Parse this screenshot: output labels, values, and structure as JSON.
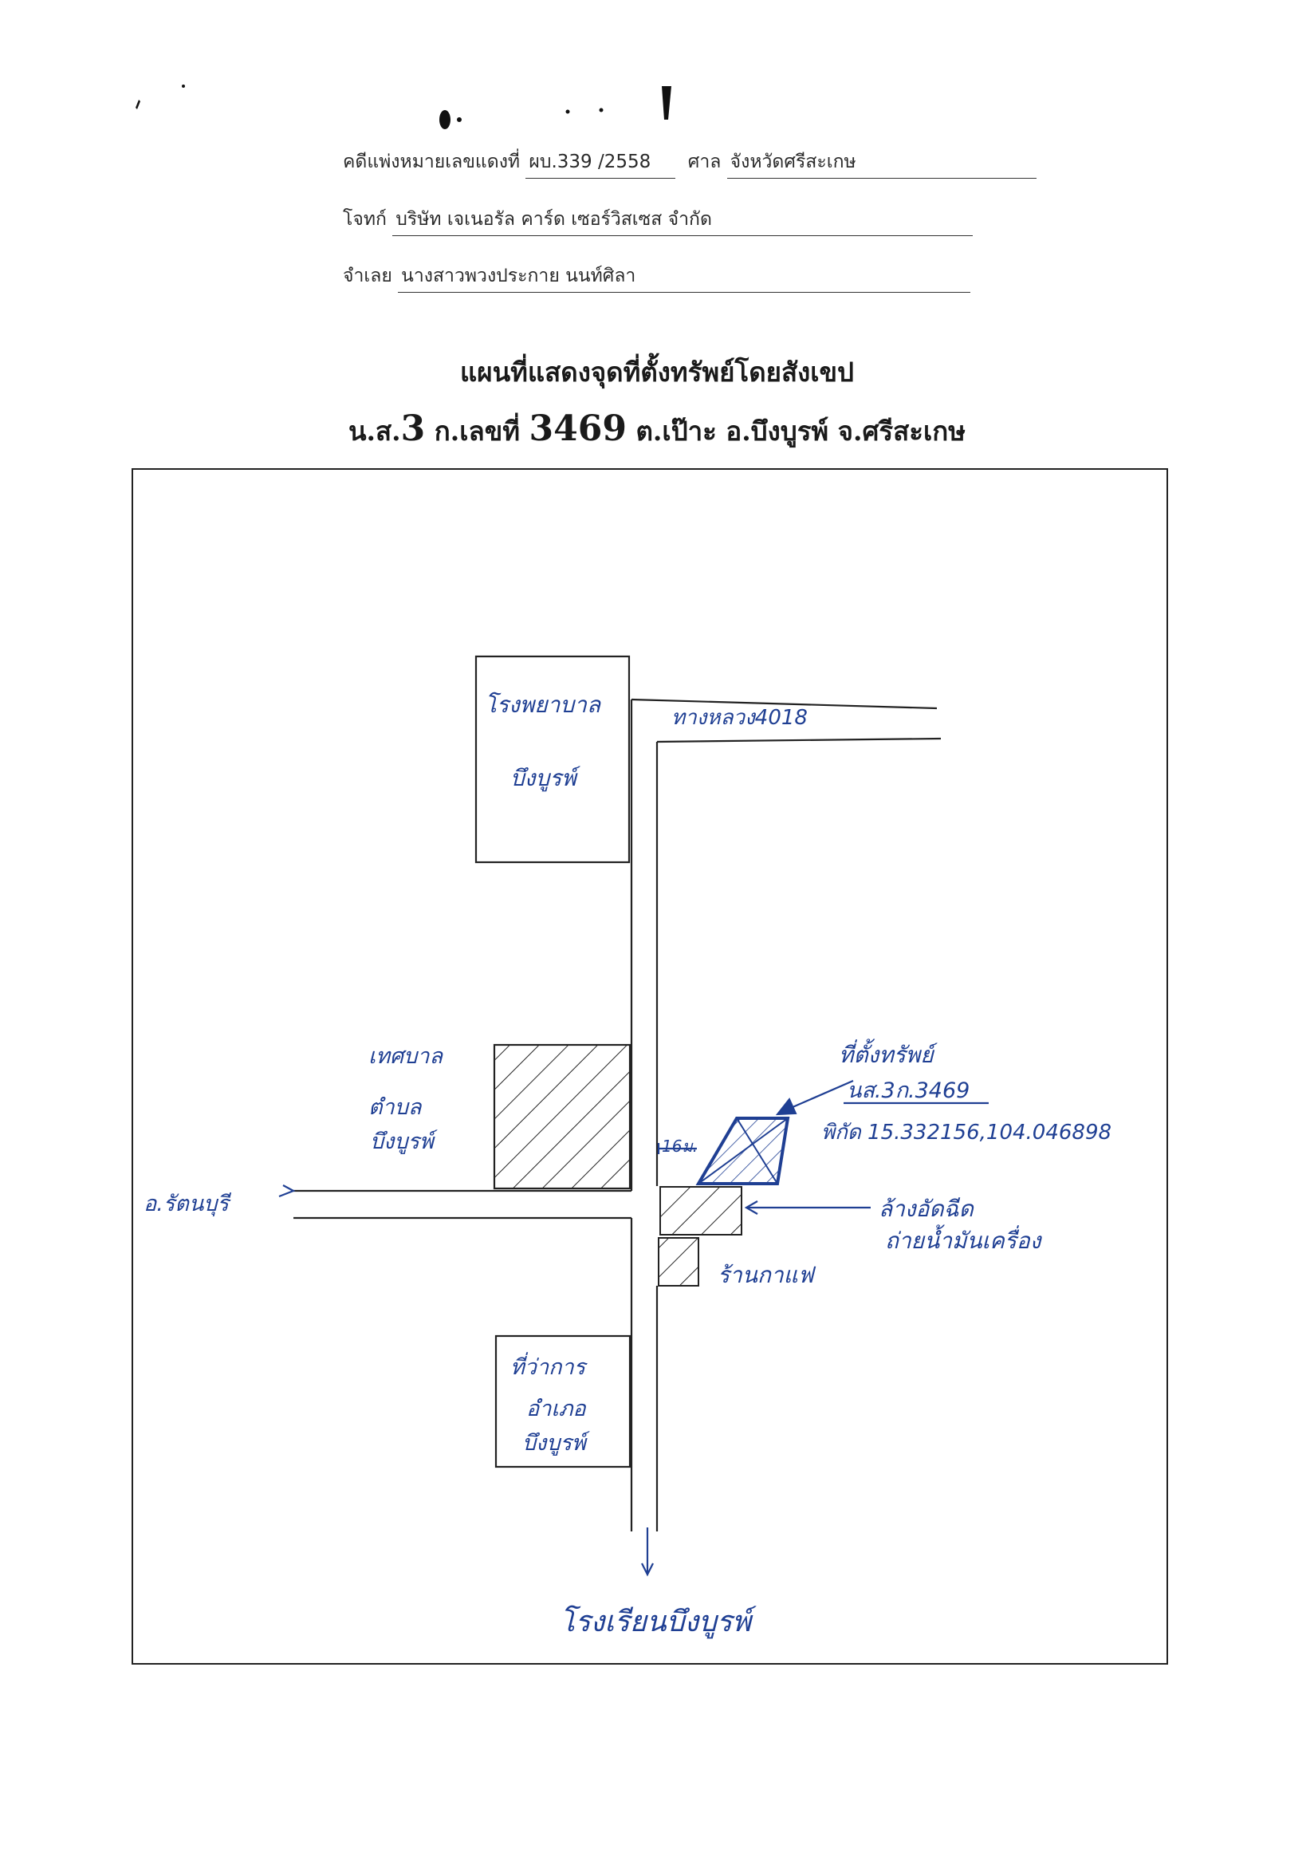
{
  "header": {
    "case_label": "คดีแพ่งหมายเลขแดงที่",
    "case_number": "ผบ.339 /2558",
    "court_label": "ศาล",
    "court_name": "จังหวัดศรีสะเกษ",
    "plaintiff_label": "โจทก์",
    "plaintiff_name": "บริษัท เจเนอรัล คาร์ด เซอร์วิสเซส จำกัด",
    "defendant_label": "จำเลย",
    "defendant_name": "นางสาวพวงประกาย นนท์ศิลา"
  },
  "title": {
    "line1": "แผนที่แสดงจุดที่ตั้งทรัพย์โดยสังเขป",
    "line2_prefix": "น.ส.",
    "line2_num": "3",
    "line2_mid": " ก.เลขที่ ",
    "line2_deed": "3469",
    "line2_suffix": "  ต.เป๊าะ  อ.บึงบูรพ์ จ.ศรีสะเกษ"
  },
  "map": {
    "ink_color": "#1f3f93",
    "labels": {
      "hospital_line1": "โรงพยาบาล",
      "hospital_line2": "บึงบูรพ์",
      "highway": "ทางหลวง4018",
      "municipality_line1": "เทศบาล",
      "municipality_line2": "ตำบล",
      "municipality_line3": "บึงบูรพ์",
      "west_destination": "อ.รัตนบุรี",
      "distance": "16ม.",
      "property_title": "ที่ตั้งทรัพย์",
      "property_deed": "นส.3ก.3469",
      "property_coords": "พิกัด 15.332156,104.046898",
      "car_wash_line1": "ล้างอัดฉีด",
      "car_wash_line2": "ถ่ายน้ำมันเครื่อง",
      "coffee_shop": "ร้านกาแฟ",
      "district_office_line1": "ที่ว่าการ",
      "district_office_line2": "อำเภอ",
      "district_office_line3": "บึงบูรพ์",
      "school": "โรงเรียนบึงบูรพ์"
    }
  }
}
